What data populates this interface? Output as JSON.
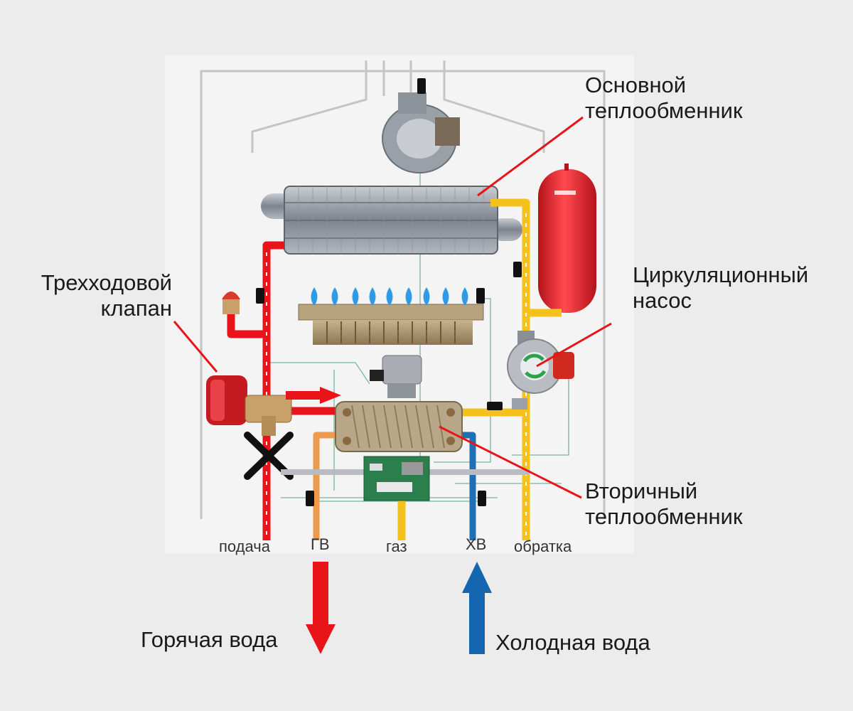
{
  "labels": {
    "main_hx": [
      "Основной",
      "теплообменник"
    ],
    "three_way": [
      "Трехходовой",
      "клапан"
    ],
    "pump": [
      "Циркуляционный",
      "насос"
    ],
    "secondary_hx": [
      "Вторичный",
      "теплообменник"
    ]
  },
  "pipes": {
    "supply": "подача",
    "hot": "ГВ",
    "gas": "газ",
    "cold": "ХВ",
    "return": "обратка"
  },
  "flows": {
    "hot_water": "Горячая вода",
    "cold_water": "Холодная вода"
  },
  "colors": {
    "background": "#ececec",
    "panel": "#f4f4f4",
    "supply_red": "#e8141a",
    "return_yellow": "#f5c21b",
    "hot_orange": "#ee9a4d",
    "cold_blue": "#1f6fb5",
    "callout_red": "#e8141a",
    "hot_arrow": "#e8141a",
    "cold_arrow": "#1566b0"
  }
}
